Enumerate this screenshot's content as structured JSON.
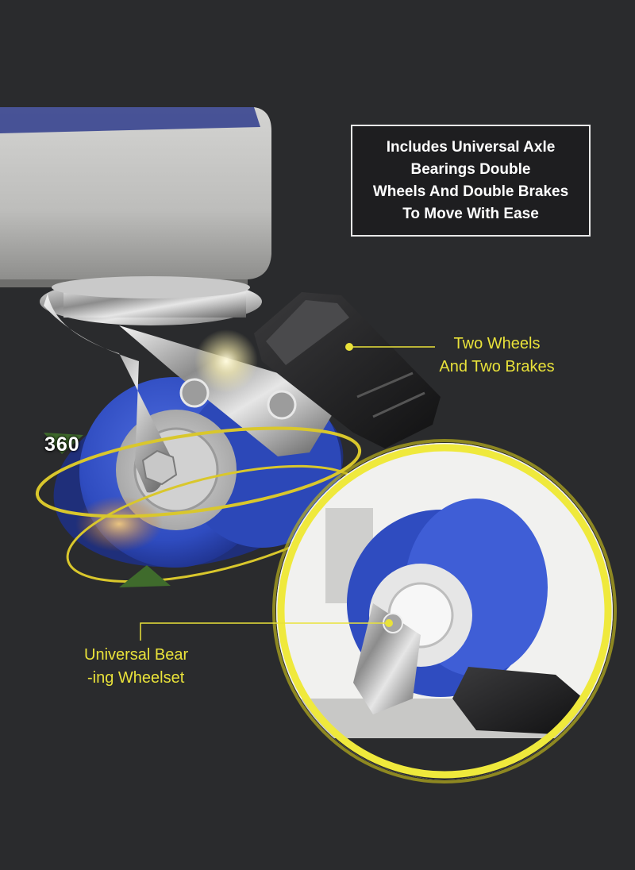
{
  "headline": {
    "lines": [
      "Includes Universal Axle",
      "Bearings Double",
      "Wheels And Double Brakes",
      "To Move With Ease"
    ]
  },
  "callouts": {
    "brakes": [
      "Two Wheels",
      "And Two Brakes"
    ],
    "bearing": [
      "Universal Bear",
      "-ing Wheelset"
    ],
    "rotation": "360"
  },
  "colors": {
    "background": "#2a2b2d",
    "accent_yellow": "#e9e23a",
    "wheel_blue": "#3552c8",
    "text_white": "#ffffff"
  }
}
